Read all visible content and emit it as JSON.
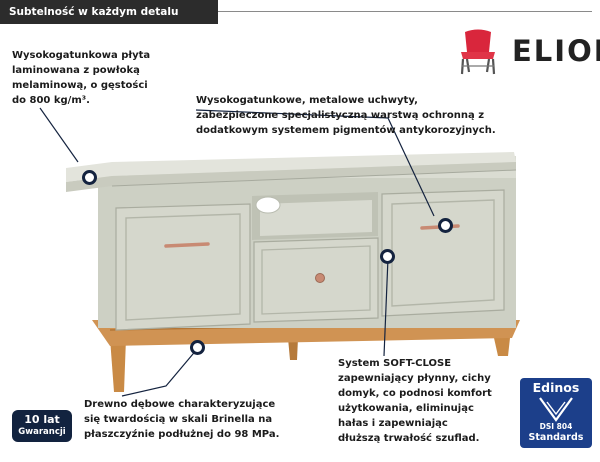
{
  "header": {
    "title": "Subtelność w każdym detalu"
  },
  "brand": {
    "name": "ELIOR",
    "icon": "red-chair-icon",
    "accent_color": "#d9263c"
  },
  "notes": {
    "board": {
      "lines": [
        "Wysokogatunkowa płyta",
        "laminowana z powłoką",
        "melaminową, o gęstości",
        "do 800 kg/m³."
      ]
    },
    "handles": {
      "lines": [
        "Wysokogatunkowe, metalowe uchwyty,",
        "zabezpieczone specjalistyczną warstwą ochronną z",
        "dodatkowym systemem pigmentów antykorozyjnych."
      ]
    },
    "softclose": {
      "keyword_prefix": "System ",
      "keyword": "SOFT-CLOSE",
      "lines": [
        "zapewniający płynny, cichy",
        "domyk, co podnosi komfort",
        "użytkowania, eliminując",
        "hałas i zapewniając",
        "dłuższą trwałość szuflad."
      ]
    },
    "oak": {
      "lines": [
        "Drewno dębowe charakteryzujące",
        "się twardością w skali Brinella na",
        "płaszczyźnie podłużnej do 98 MPa."
      ]
    }
  },
  "badges": {
    "warranty": {
      "number": "10 lat",
      "label": "Gwarancji"
    },
    "edinos": {
      "name": "Edinos",
      "code": "DSI 804",
      "label": "Standards"
    }
  },
  "colors": {
    "cabinet": "#d4d6cb",
    "cabinet_dark": "#b9bcb0",
    "oak": "#c98a45",
    "handle": "#c88a73",
    "marker": "#14233f"
  }
}
